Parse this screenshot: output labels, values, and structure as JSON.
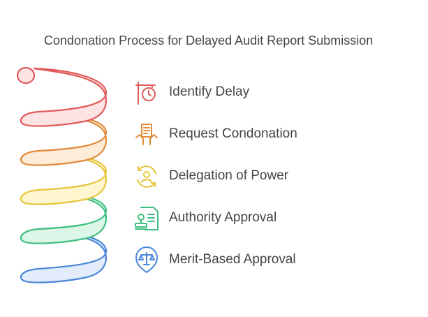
{
  "title": "Condonation Process for Delayed Audit Report Submission",
  "steps": [
    {
      "label": "Identify Delay",
      "icon": "clock-signpost-icon",
      "color": "#e05a5a",
      "fill": "#fde3e3"
    },
    {
      "label": "Request Condonation",
      "icon": "hand-holding-document-icon",
      "color": "#e08a3c",
      "fill": "#fdecd8"
    },
    {
      "label": "Delegation of Power",
      "icon": "user-delegation-icon",
      "color": "#e6c53a",
      "fill": "#fdf6cf"
    },
    {
      "label": "Authority Approval",
      "icon": "document-stamp-icon",
      "color": "#3fbf7f",
      "fill": "#dcf6e8"
    },
    {
      "label": "Merit-Based Approval",
      "icon": "scales-badge-icon",
      "color": "#4a86d9",
      "fill": "#e2ecfb"
    }
  ]
}
